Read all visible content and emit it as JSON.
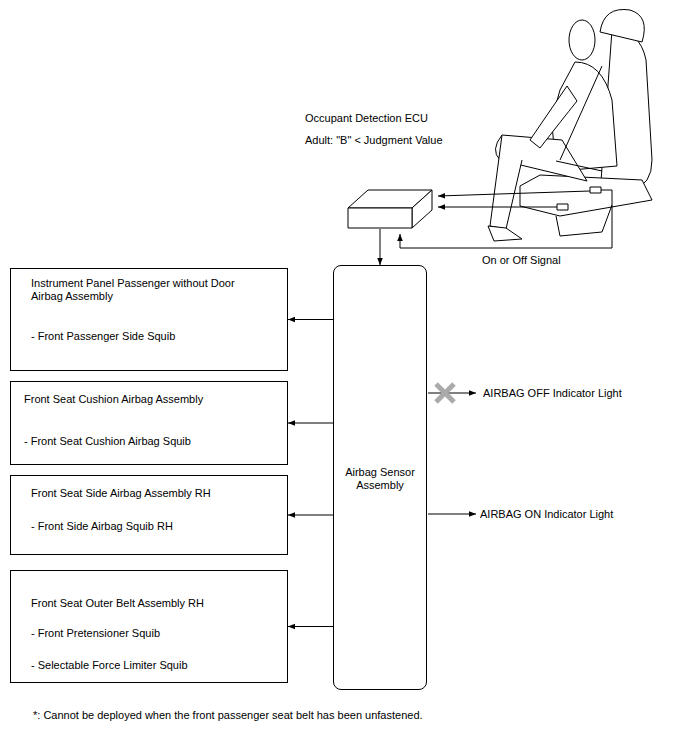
{
  "diagram": {
    "nodes": [
      {
        "text": [
          "Occupant Detection ECU",
          "Adult: \"B\" < Judgment Value"
        ]
      },
      {
        "text": [
          "Instrument Panel Passenger without Door Airbag Assembly",
          "- Front Passenger Side Squib"
        ]
      },
      {
        "text": [
          "Front Seat Cushion Airbag Assembly",
          "- Front Seat Cushion Airbag Squib"
        ]
      },
      {
        "text": [
          "Front Seat Side Airbag Assembly RH",
          "- Front Side Airbag Squib RH"
        ]
      },
      {
        "text": [
          "Front Seat Outer Belt Assembly RH",
          "- Front Pretensioner Squib",
          "- Selectable Force Limiter Squib"
        ]
      },
      {
        "text": [
          "Airbag Sensor Assembly"
        ]
      }
    ],
    "edges": [
      {
        "from": 0,
        "to": 5,
        "arrow": "to"
      },
      {
        "from": 5,
        "to": 1,
        "arrow": "to"
      },
      {
        "from": 5,
        "to": 2,
        "arrow": "to"
      },
      {
        "from": 5,
        "to": 3,
        "arrow": "to"
      },
      {
        "from": 5,
        "to": 4,
        "arrow": "to"
      }
    ],
    "labels": [
      "On or Off Signal",
      "AIRBAG OFF Indicator Light",
      "AIRBAG ON Indicator Light",
      "*: Cannot be deployed when the front passenger seat belt has been unfastened."
    ]
  }
}
